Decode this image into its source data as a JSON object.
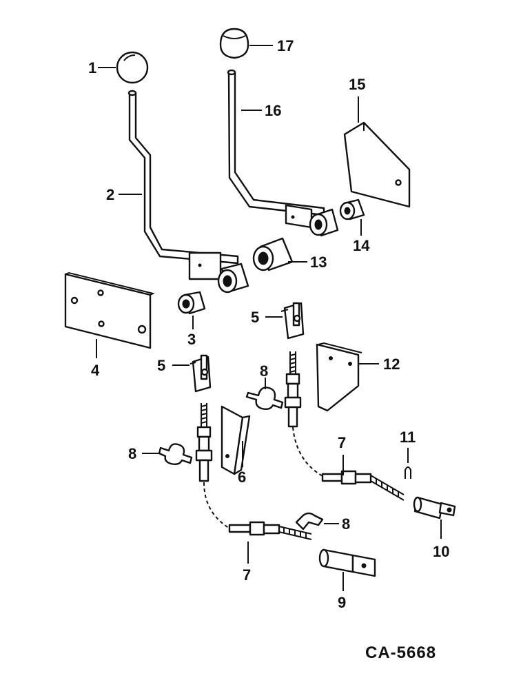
{
  "diagram": {
    "reference_code": "CA-5668",
    "callouts": {
      "c1": "1",
      "c2": "2",
      "c3": "3",
      "c4": "4",
      "c5a": "5",
      "c5b": "5",
      "c6": "6",
      "c7a": "7",
      "c7b": "7",
      "c8a": "8",
      "c8b": "8",
      "c8c": "8",
      "c9": "9",
      "c10": "10",
      "c11": "11",
      "c12": "12",
      "c13": "13",
      "c14": "14",
      "c15": "15",
      "c16": "16",
      "c17": "17"
    }
  },
  "colors": {
    "ink": "#111111",
    "paper": "#ffffff"
  }
}
